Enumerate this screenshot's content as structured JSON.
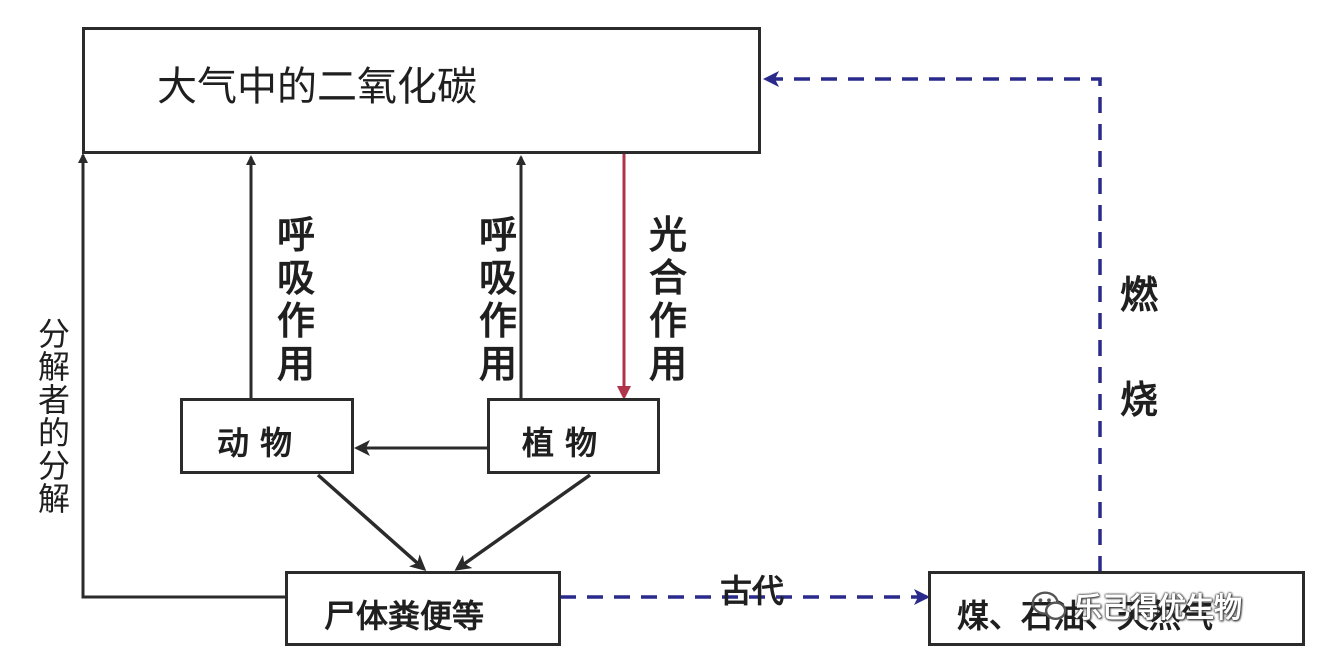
{
  "nodes": {
    "atmosphere": "大气中的二氧化碳",
    "animal": "动 物",
    "plant": "植 物",
    "remains": "尸体粪便等",
    "fossil": "煤、石油、天然气"
  },
  "labels": {
    "animal_respiration": [
      "呼",
      "吸",
      "作",
      "用"
    ],
    "plant_respiration": [
      "呼",
      "吸",
      "作",
      "用"
    ],
    "photosynthesis": [
      "光",
      "合",
      "作",
      "用"
    ],
    "decomposition": [
      "分",
      "解",
      "者",
      "的",
      "分",
      "解"
    ],
    "combustion": [
      "燃",
      "烧"
    ],
    "ancient": "古代"
  },
  "watermark": "乐己得优生物",
  "colors": {
    "line": "#2b2b2b",
    "photosynthesis": "#b0344a",
    "dashed": "#2a2a8c"
  }
}
